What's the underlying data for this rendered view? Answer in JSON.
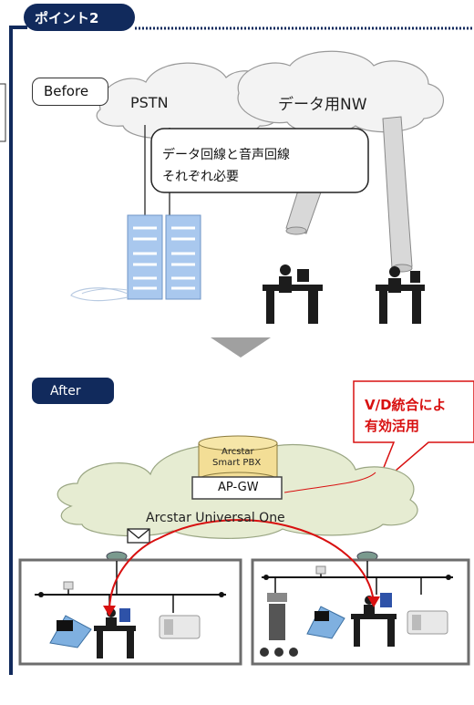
{
  "point_label": "ポイント2",
  "before": {
    "label": "Before",
    "clouds": {
      "pstn": "PSTN",
      "data_nw": "データ用NW"
    },
    "note_lines": [
      "データ回線と音声回線",
      "それぞれ必要"
    ]
  },
  "after": {
    "label": "After",
    "callout_lines": [
      "V/D統合によ",
      "有効活用"
    ],
    "pbx_lines": [
      "Arcstar",
      "Smart PBX"
    ],
    "gateway": "AP-GW",
    "network": "Arcstar Universal One"
  },
  "colors": {
    "navy": "#112a5c",
    "accent_red": "#d81010",
    "server_blue": "#a9c8ee",
    "cloud_green": "#e6ecd2",
    "cylinder_gold": "#f3de96"
  }
}
